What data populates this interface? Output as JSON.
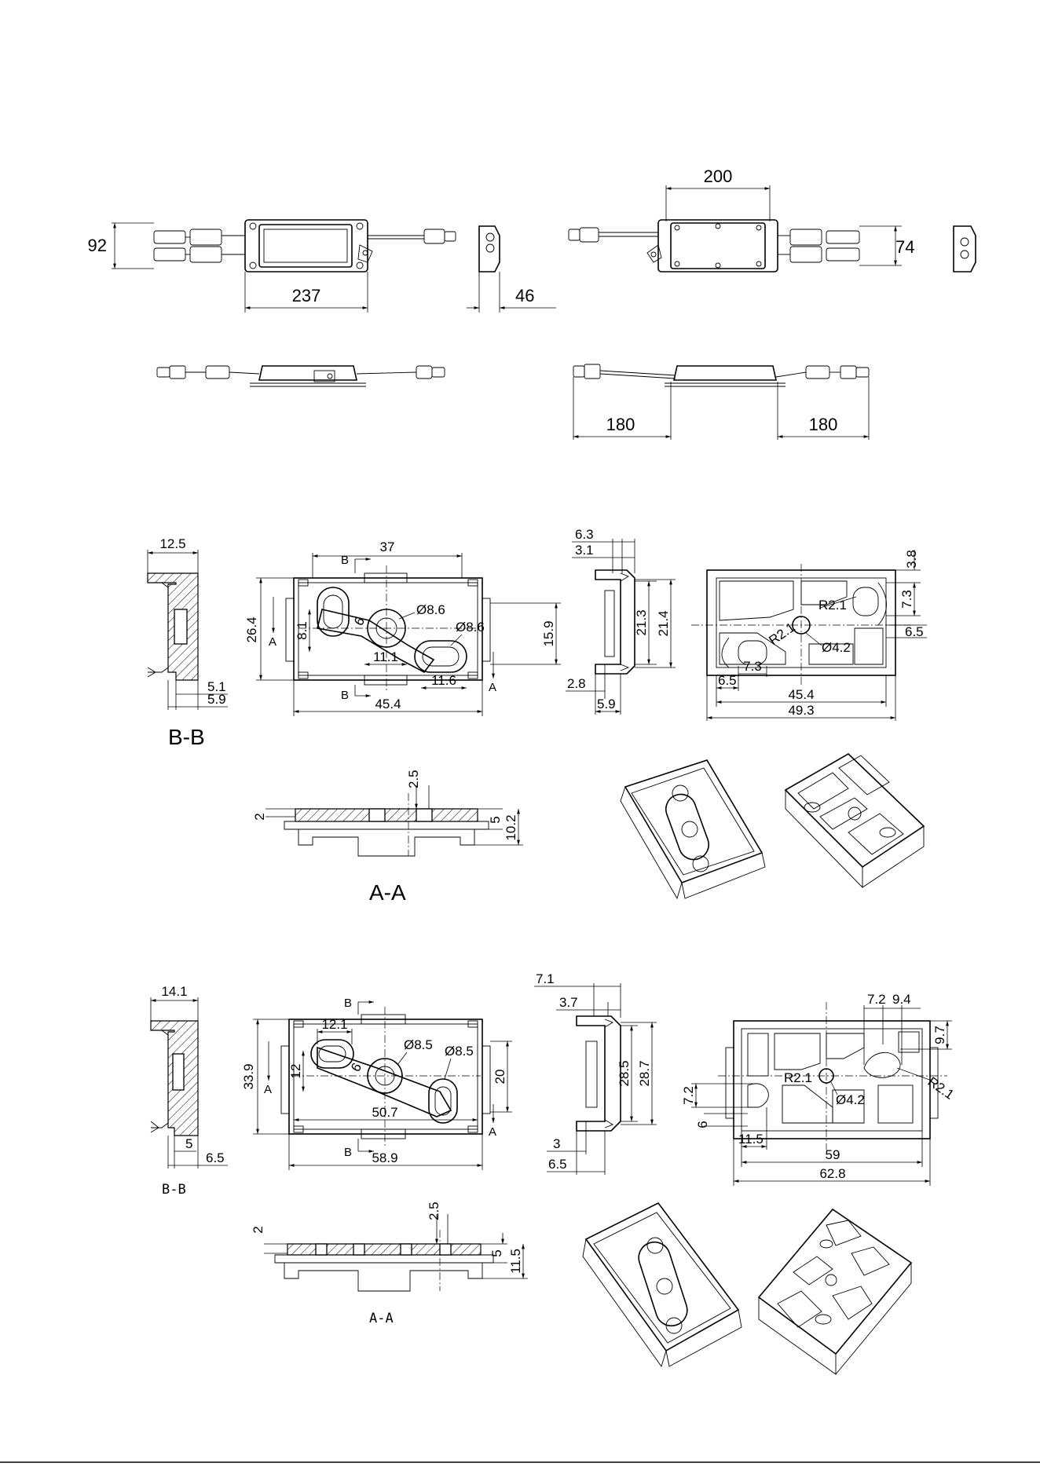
{
  "drawing": {
    "top": {
      "d200": "200",
      "d92": "92",
      "d74": "74",
      "d237": "237",
      "d46": "46",
      "d180a": "180",
      "d180b": "180"
    },
    "bracket1": {
      "side": {
        "d12_5": "12.5",
        "d5_1": "5.1",
        "d5_9": "5.9",
        "title": "B-B"
      },
      "front": {
        "d37": "37",
        "d26_4": "26.4",
        "d8_1": "8.1",
        "d6": "6",
        "dia8_6a": "Ø8.6",
        "dia8_6b": "Ø8.6",
        "d15_9": "15.9",
        "d11_1": "11.1",
        "d11_6": "11.6",
        "d45_4": "45.4",
        "cutB_top": "B",
        "cutB_bot": "B",
        "cutA_left": "A",
        "cutA_right": "A"
      },
      "end": {
        "d6_3": "6.3",
        "d3_1": "3.1",
        "d21_3": "21.3",
        "d21_4": "21.4",
        "d2_8": "2.8",
        "d5_9": "5.9"
      },
      "back": {
        "d3_8": "3.8",
        "d7_3a": "7.3",
        "r2_1a": "R2.1",
        "r2_1b": "R2.1",
        "dia4_2": "Ø4.2",
        "d6_5a": "6.5",
        "d7_3b": "7.3",
        "d6_5b": "6.5",
        "d45_4": "45.4",
        "d49_3": "49.3"
      },
      "section": {
        "d2_5": "2.5",
        "d2": "2",
        "d5": "5",
        "d10_2": "10.2",
        "title": "A-A"
      }
    },
    "bracket2": {
      "side": {
        "d14_1": "14.1",
        "d5": "5",
        "d6_5": "6.5",
        "title": "B-B"
      },
      "front": {
        "d12_1": "12.1",
        "d33_9": "33.9",
        "d12": "12",
        "d6": "6",
        "dia8_5a": "Ø8.5",
        "dia8_5b": "Ø8.5",
        "d20": "20",
        "d50_7": "50.7",
        "d58_9": "58.9",
        "cutB_top": "B",
        "cutB_bot": "B",
        "cutA_left": "A",
        "cutA_right": "A"
      },
      "end": {
        "d7_1": "7.1",
        "d3_7": "3.7",
        "d28_5": "28.5",
        "d28_7": "28.7",
        "d3": "3",
        "d6_5": "6.5"
      },
      "back": {
        "d7_2a": "7.2",
        "d9_4": "9.4",
        "d9_7": "9.7",
        "r2_1a": "R2.1",
        "r2_1b": "R2.1",
        "dia4_2": "Ø4.2",
        "d7_2b": "7.2",
        "d6": "6",
        "d11_5": "11.5",
        "d59": "59",
        "d62_8": "62.8"
      },
      "section": {
        "d2": "2",
        "d2_5": "2.5",
        "d5": "5",
        "d11_5": "11.5",
        "title": "A-A"
      }
    }
  }
}
